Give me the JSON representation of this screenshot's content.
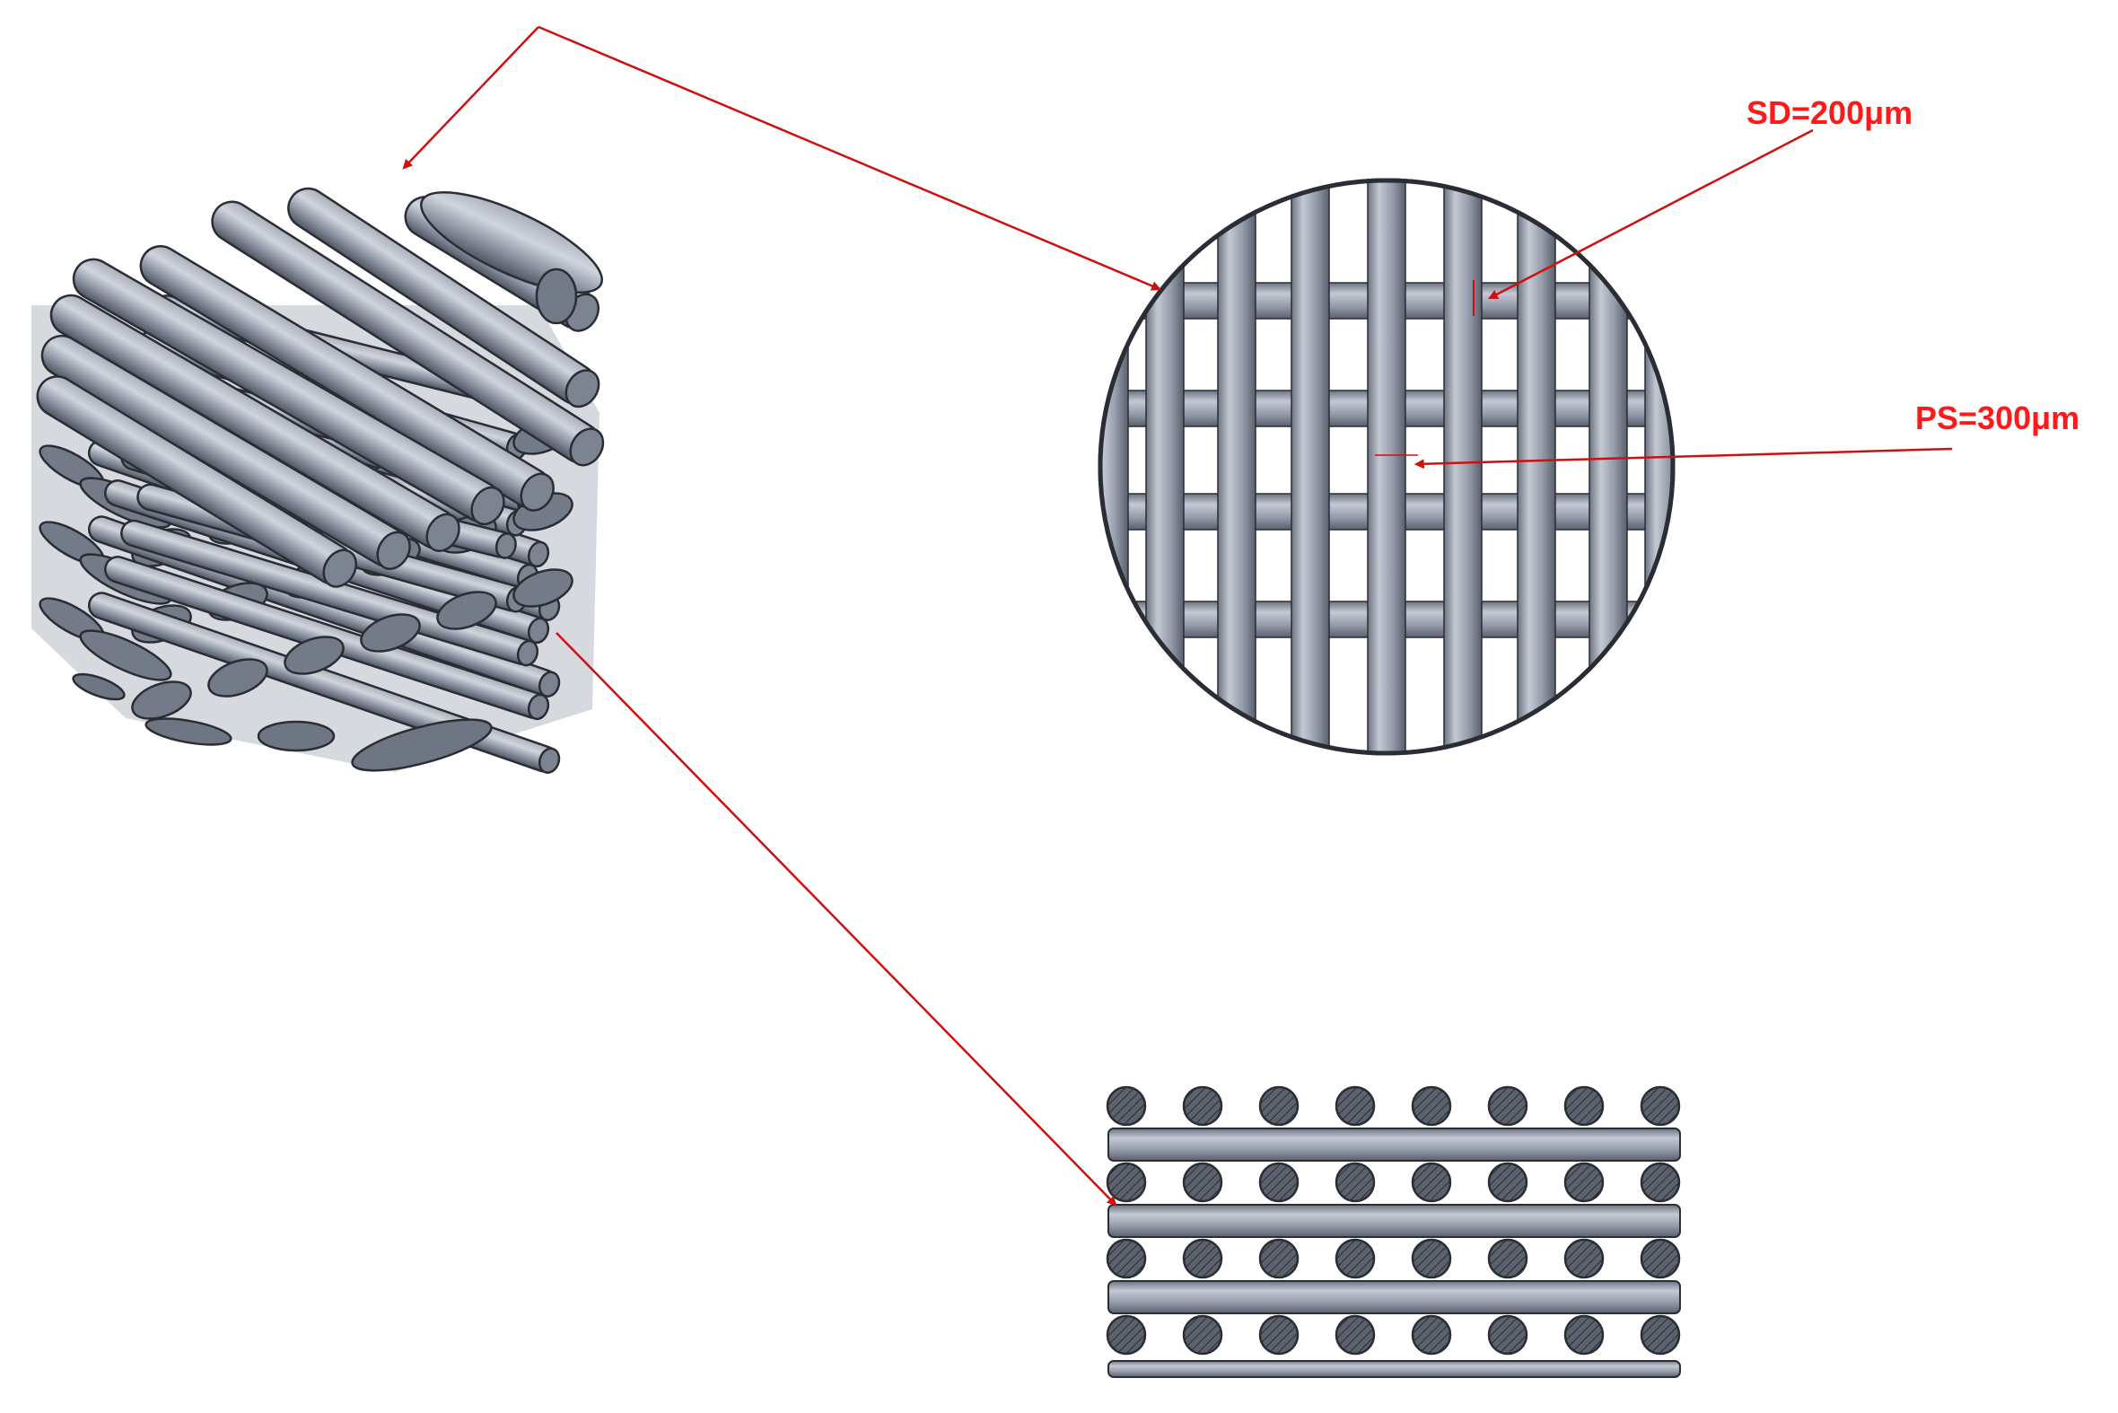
{
  "annotations": {
    "sd_label": "SD=200μm",
    "ps_label": "PS=300μm"
  },
  "colors": {
    "strut_fill": "#8f96a4",
    "strut_highlight": "#c9ced8",
    "strut_shadow": "#565c68",
    "outline": "#2a2d33",
    "arrow": "#cc1111",
    "label": "#ff1a1a",
    "background": "#ffffff"
  },
  "views": {
    "isometric": "scaffold-isometric-view",
    "top": "scaffold-top-view",
    "side": "scaffold-side-view"
  }
}
